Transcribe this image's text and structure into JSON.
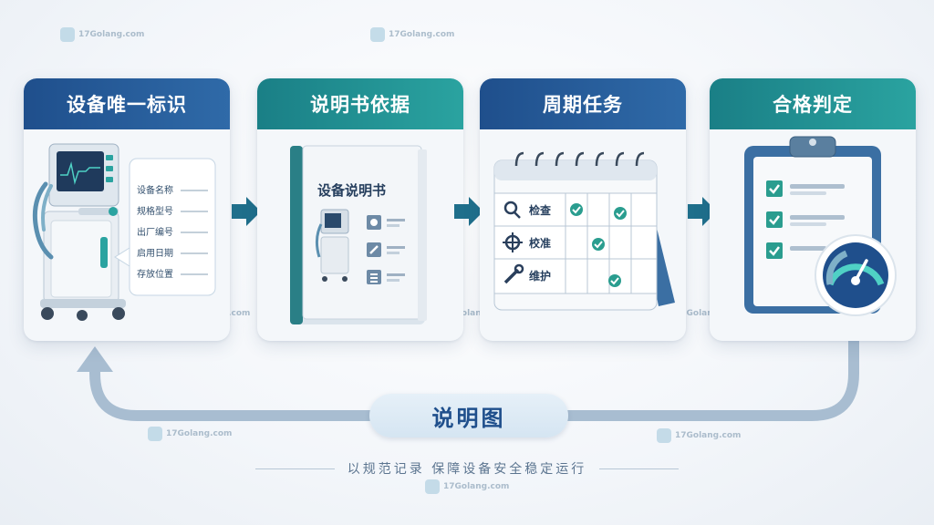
{
  "steps": [
    {
      "title": "设备唯一标识",
      "fields": [
        "设备名称",
        "规格型号",
        "出厂编号",
        "启用日期",
        "存放位置"
      ]
    },
    {
      "title": "说明书依据",
      "book_title": "设备说明书"
    },
    {
      "title": "周期任务",
      "tasks": [
        "检查",
        "校准",
        "维护"
      ]
    },
    {
      "title": "合格判定"
    }
  ],
  "center_label": "说明图",
  "tagline": "以规范记录  保障设备安全稳定运行",
  "watermark": "17Golang.com",
  "colors": {
    "blue_header": "#1f4f8c",
    "teal_header": "#1a7f86",
    "check_green": "#2a9d8f",
    "arrow_teal": "#1f6f8b",
    "loop_gray": "#9fb6cc"
  }
}
